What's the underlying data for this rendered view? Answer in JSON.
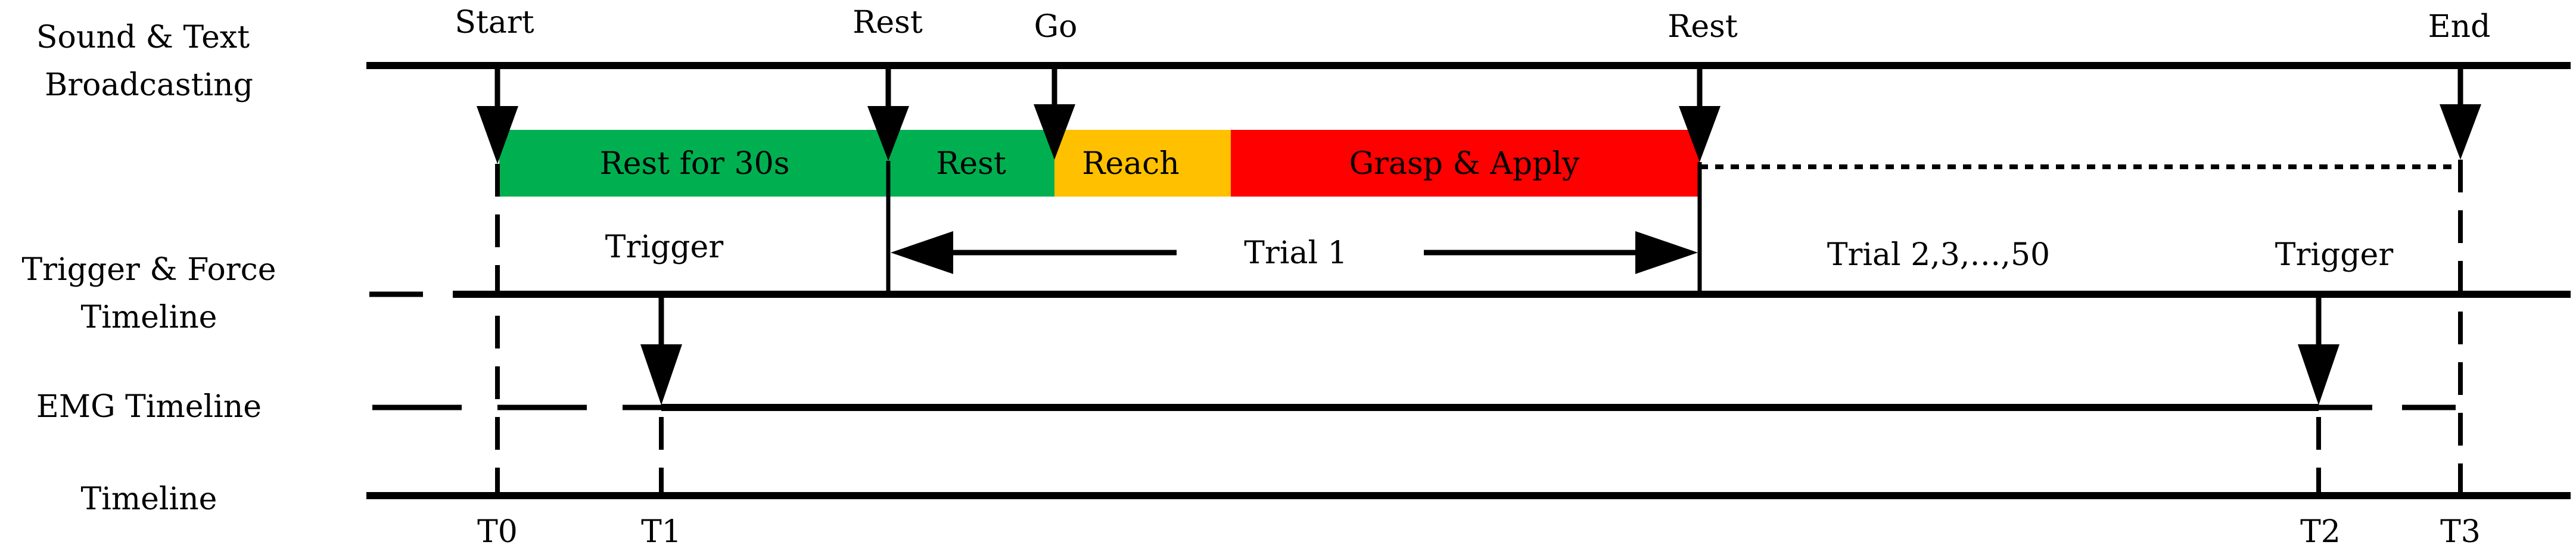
{
  "rows": {
    "sound_text": [
      "Sound & Text",
      "Broadcasting"
    ],
    "trigger_force": [
      "Trigger & Force",
      "Timeline"
    ],
    "emg": "EMG Timeline",
    "timeline": "Timeline"
  },
  "events": {
    "start": "Start",
    "rest_1": "Rest",
    "go": "Go",
    "rest_2": "Rest",
    "end": "End"
  },
  "phases": [
    {
      "label": "Rest for 30s",
      "color": "#00b050"
    },
    {
      "label": "Rest",
      "color": "#00b050"
    },
    {
      "label": "Reach",
      "color": "#ffc000"
    },
    {
      "label": "Grasp & Apply",
      "color": "#ff0000"
    }
  ],
  "annotations": {
    "trigger_left": "Trigger",
    "trigger_right": "Trigger",
    "trial_1": "Trial 1",
    "trials_rest": "Trial 2,3,…,50"
  },
  "time_points": [
    "T0",
    "T1",
    "T2",
    "T3"
  ]
}
